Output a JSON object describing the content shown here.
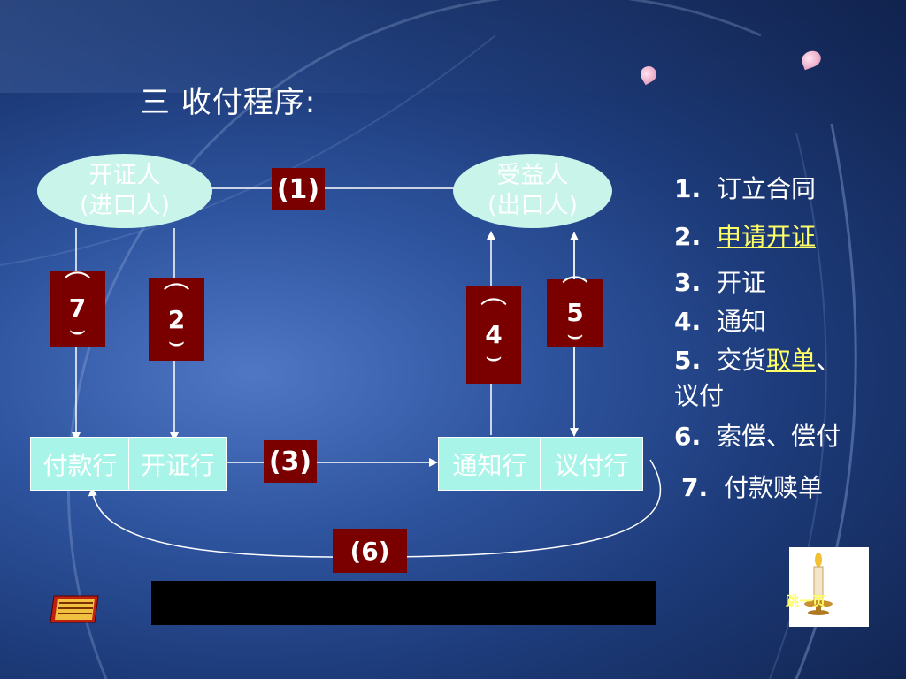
{
  "slide": {
    "title": "三  收付程序:",
    "nodes": {
      "importer_line1": "开证人",
      "importer_line2": "(进口人)",
      "exporter_line1": "受益人",
      "exporter_line2": "(出口人)",
      "paying_bank": "付款行",
      "issuing_bank": "开证行",
      "advising_bank": "通知行",
      "negotiating_bank": "议付行"
    },
    "labels": {
      "l1": "(1)",
      "l3": "(3)",
      "l6": "(6)",
      "l2": "2",
      "l4": "4",
      "l5": "5",
      "l7": "7",
      "paren_open": "⌒",
      "paren_close": "⌣"
    },
    "steps": [
      {
        "num": "1.",
        "text": "订立合同"
      },
      {
        "num": "2.",
        "link": "申请开证"
      },
      {
        "num": "3.",
        "text": "开证"
      },
      {
        "num": "4.",
        "text": "通知"
      },
      {
        "num": "5.",
        "text": "交货",
        "link": "取单",
        "suffix": "、",
        "line2": "议付"
      },
      {
        "num": "6.",
        "text": "索偿、偿付"
      },
      {
        "num": "7.",
        "text": "付款赎单"
      }
    ],
    "next_page": "跳一页"
  },
  "colors": {
    "node_fill": "#a8f4e8",
    "label_fill": "#7a0000",
    "link": "#ffff66"
  }
}
